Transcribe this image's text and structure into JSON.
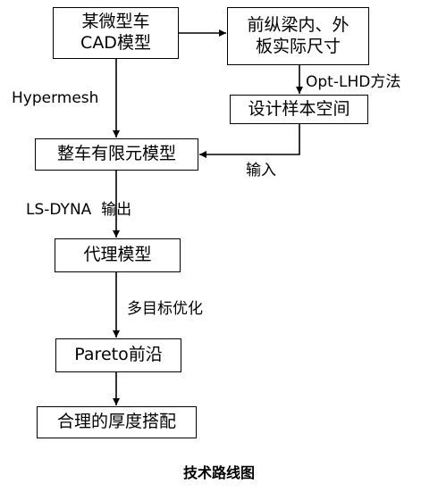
{
  "nodes": {
    "vehicle_cad": {
      "line1": "某微型车",
      "line2": "CAD模型"
    },
    "panel_sizes": {
      "line1": "前纵梁内、外",
      "line2": "板实际尺寸"
    },
    "design_space": "设计样本空间",
    "fe_model": "整车有限元模型",
    "proxy_model": "代理模型",
    "pareto": "Pareto前沿",
    "thickness_match": "合理的厚度搭配"
  },
  "edge_labels": {
    "hypermesh": "Hypermesh",
    "opt_lhd": "Opt-LHD方法",
    "input": "输入",
    "ls_dyna_output": "LS-DYNA  输出",
    "multi_objective": "多目标优化"
  },
  "caption": "技术路线图"
}
